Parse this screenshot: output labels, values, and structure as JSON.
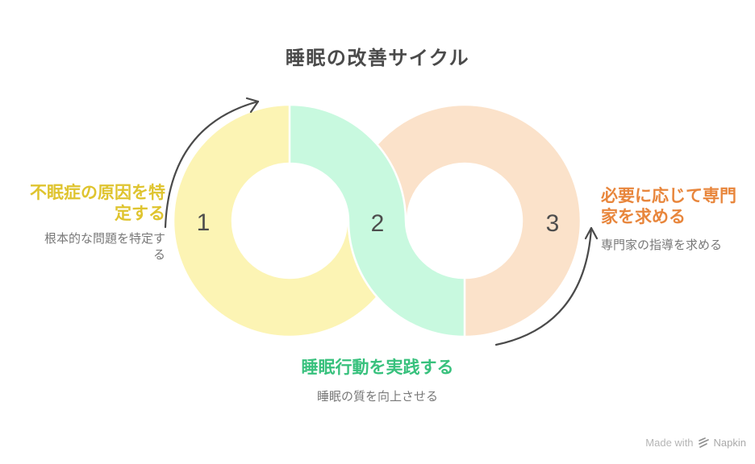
{
  "title": "睡眠の改善サイクル",
  "steps": [
    {
      "number": "1",
      "title": "不眠症の原因を特定する",
      "subtitle": "根本的な問題を特定する",
      "accent": "#DFC42F",
      "fill": "#FCF4B4"
    },
    {
      "number": "2",
      "title": "睡眠行動を実践する",
      "subtitle": "睡眠の質を向上させる",
      "accent": "#38C17D",
      "fill": "#C8F9DF"
    },
    {
      "number": "3",
      "title": "必要に応じて専門家を求める",
      "subtitle": "専門家の指導を求める",
      "accent": "#E8863C",
      "fill": "#FBE2CA"
    }
  ],
  "colors": {
    "heading": "#4a4a4a",
    "subtitle_gray": "#787878",
    "number_gray": "#4d4d4d",
    "arrow": "#4a4a4a",
    "footer_gray": "#b5b5b5"
  },
  "footer": {
    "made_with": "Made with",
    "brand": "Napkin"
  }
}
